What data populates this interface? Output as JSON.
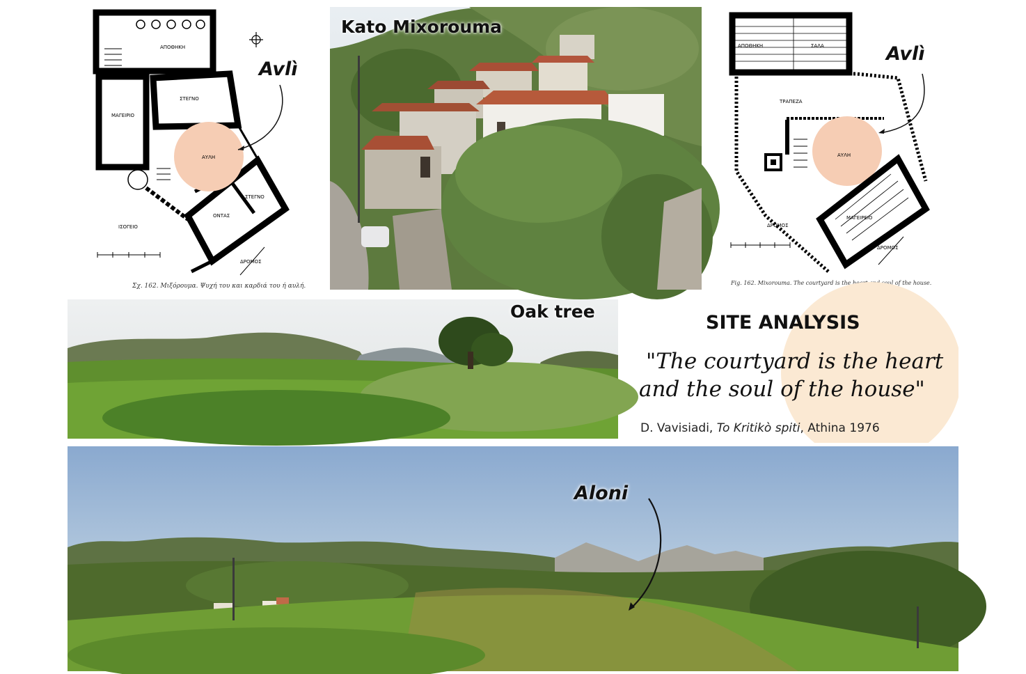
{
  "plans": {
    "left": {
      "label": "Avlì",
      "caption": "Σχ. 162. Μιξόρουμα. Ψυχή του και καρδιά του ή αυλή."
    },
    "right": {
      "label": "Avlì",
      "caption": "Fig. 162. Mixorouma. The courtyard is the heart and soul of the house."
    }
  },
  "village_photo": {
    "label": "Kato Mixorouma"
  },
  "oak_photo": {
    "label": "Oak tree"
  },
  "aloni_photo": {
    "label": "Aloni"
  },
  "site": {
    "title": "SITE ANALYSIS",
    "quote_line1": "\"The courtyard is the heart",
    "quote_line2": "and the soul of the house\"",
    "cite_author": "D. Vavisiadi, ",
    "cite_title": "To Kritikò spiti",
    "cite_rest": ", Athina 1976"
  },
  "colors": {
    "courtyard_circle": "#f6cdb4",
    "accent_circle": "#fbe9d3"
  }
}
